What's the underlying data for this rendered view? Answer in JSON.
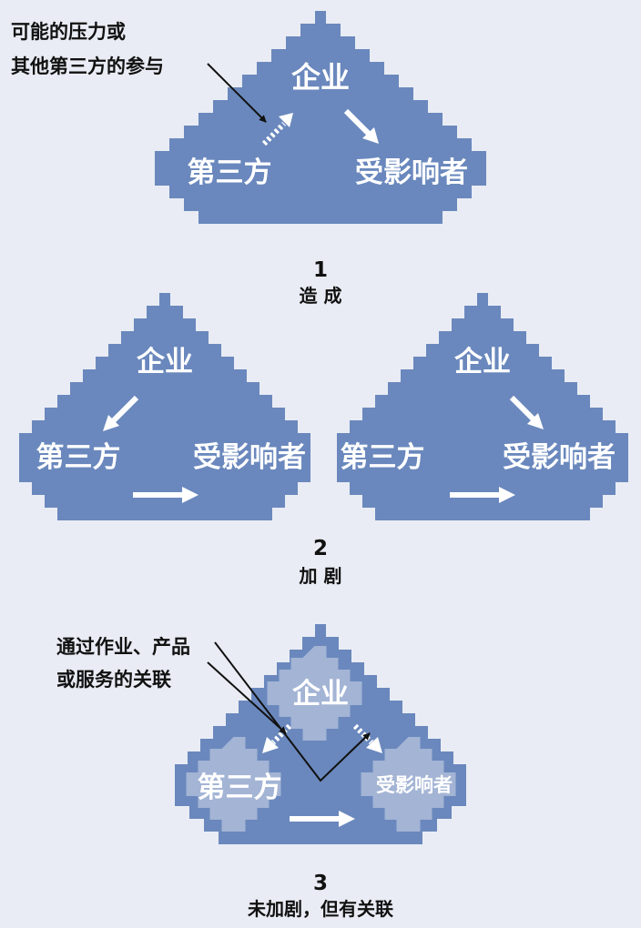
{
  "colors": {
    "background": "#e9ecf4",
    "shape_fill": "#6a88bd",
    "shape_fill_dark": "#5d7bb2",
    "highlight_fill": "#a3b4d5",
    "label_text": "#ffffff",
    "caption_text": "#111111"
  },
  "icons": {
    "solid_arrow": "arrow-icon",
    "dashed_arrow": "dashed-arrow-icon",
    "pointer_line": "pointer-line-icon"
  },
  "diagrams": [
    {
      "number": "1",
      "caption": "造 成",
      "company": "企业",
      "third_party": "第三方",
      "affected": "受影响者",
      "callout_line1": "可能的压力或",
      "callout_line2": "其他第三方的参与"
    },
    {
      "number": "2",
      "caption": "加 剧",
      "left": {
        "company": "企业",
        "third_party": "第三方",
        "affected": "受影响者"
      },
      "right": {
        "company": "企业",
        "third_party": "第三方",
        "affected": "受影响者"
      }
    },
    {
      "number": "3",
      "caption": "未加剧，但有关联",
      "company": "企业",
      "third_party": "第三方",
      "affected": "受影响者",
      "callout_line1": "通过作业、产品",
      "callout_line2": "或服务的关联"
    }
  ]
}
